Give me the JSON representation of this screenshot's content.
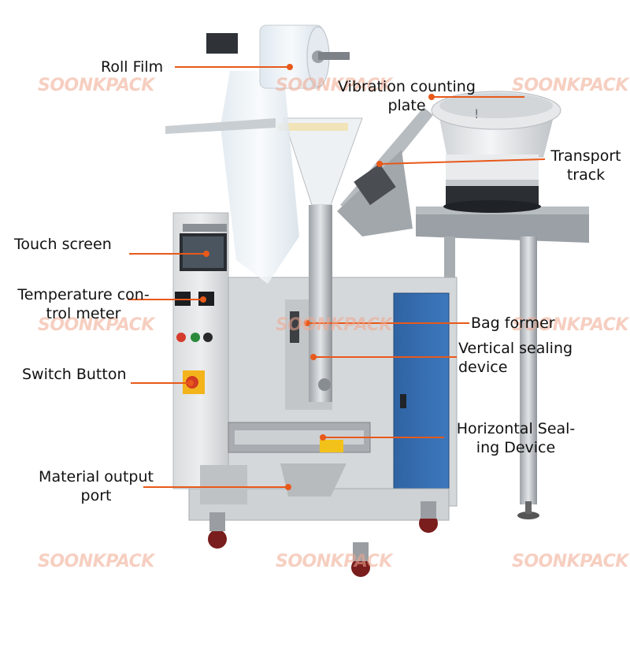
{
  "watermark": "SOONKPACK",
  "leader_color": "#e8591a",
  "labels": {
    "roll_film": "Roll Film",
    "vibration_line1": "Vibration counting",
    "vibration_line2": "plate",
    "transport_line1": "Transport",
    "transport_line2": "track",
    "touch_screen": "Touch screen",
    "temp_line1": "Temperature con-",
    "temp_line2": "trol meter",
    "bag_former": "Bag former",
    "vertical_line1": "Vertical sealing",
    "vertical_line2": "device",
    "switch_button": "Switch Button",
    "horizontal_line1": "Horizontal Seal-",
    "horizontal_line2": "ing Device",
    "material_line1": "Material output",
    "material_line2": "port"
  }
}
